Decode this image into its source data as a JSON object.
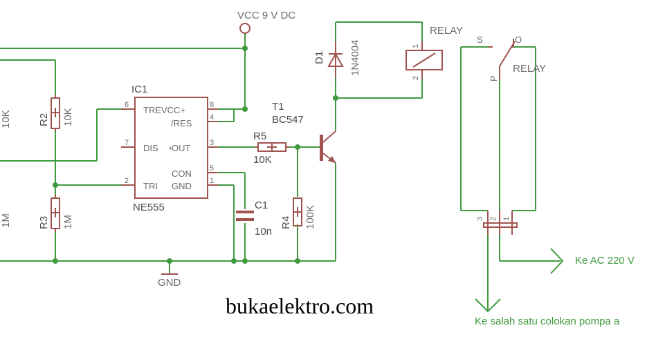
{
  "power": {
    "vcc": "VCC 9 V DC",
    "gnd": "GND"
  },
  "ic1": {
    "ref": "IC1",
    "part": "NE555",
    "pins": {
      "trevcc": "TREVCC+",
      "res": "/RES",
      "dis": "DIS",
      "out": "OUT",
      "con": "CON",
      "tri": "TRI",
      "gnd": "GND"
    },
    "pin_numbers": {
      "p6": "6",
      "p8": "8",
      "p4": "4",
      "p7": "7",
      "p3": "3",
      "p5": "5",
      "p2": "2",
      "p1": "1"
    }
  },
  "components": {
    "r_left_top": "10K",
    "r2": {
      "ref": "R2",
      "value": "10K"
    },
    "r_left_bottom": "1M",
    "r3": {
      "ref": "R3",
      "value": "1M"
    },
    "r5": {
      "ref": "R5",
      "value": "10K"
    },
    "r4": {
      "ref": "R4",
      "value": "100K"
    },
    "c1": {
      "ref": "C1",
      "value": "10n"
    },
    "t1": {
      "ref": "T1",
      "value": "BC547"
    },
    "d1": {
      "ref": "D1",
      "value": "1N4004"
    },
    "relay_coil": {
      "ref": "RELAY",
      "pin1": "1",
      "pin2": "2"
    },
    "relay_contact": {
      "ref": "RELAY",
      "s": "S",
      "o": "O",
      "p": "P",
      "term3": "3",
      "term2": "2",
      "term1": "1"
    }
  },
  "notes": {
    "ac": "Ke AC 220 V",
    "pump": "Ke salah satu colokan pompa a"
  },
  "watermark": "bukaelektro.com",
  "colors": {
    "wire": "#3f9a3f",
    "part": "#a0524c",
    "label": "#6c6c6c"
  }
}
